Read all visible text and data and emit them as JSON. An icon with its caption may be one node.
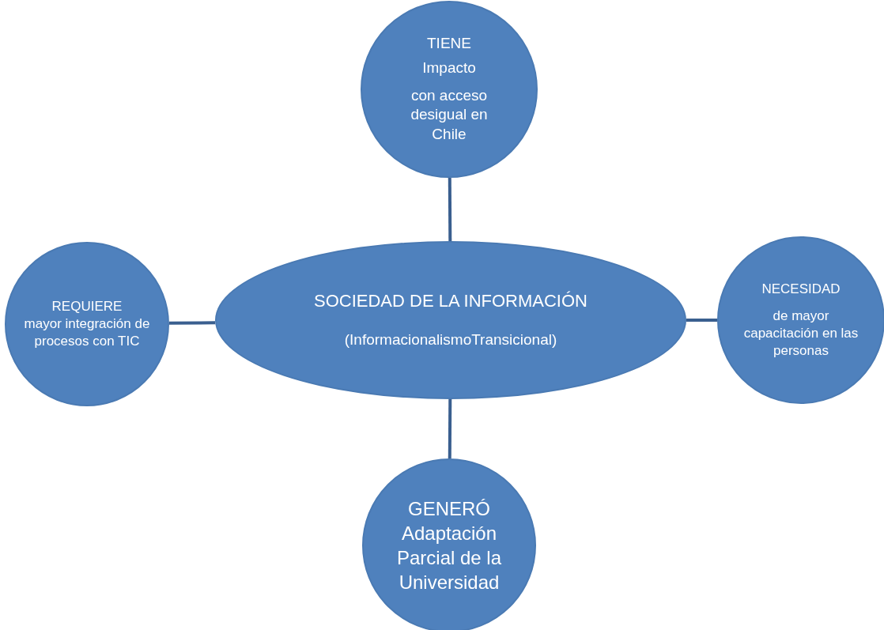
{
  "diagram": {
    "nodes": [
      {
        "text": [
          "SOCIEDAD DE LA INFORMACIÓN",
          "(InformacionalismoTransicional)"
        ]
      },
      {
        "text": [
          "TIENE",
          "Impacto",
          "con  acceso desigual en Chile"
        ]
      },
      {
        "text": [
          "REQUIERE",
          "mayor integración de procesos con TIC"
        ]
      },
      {
        "text": [
          "NECESIDAD",
          "de mayor capacitación en las personas"
        ]
      },
      {
        "text": [
          "GENERÓ",
          "Adaptación Parcial de la Universidad"
        ]
      }
    ],
    "edges": [
      {
        "from": 0,
        "to": 1,
        "arrow": "none"
      },
      {
        "from": 2,
        "to": 0,
        "arrow": "none"
      },
      {
        "from": 0,
        "to": 3,
        "arrow": "none"
      },
      {
        "from": 0,
        "to": 4,
        "arrow": "none"
      }
    ]
  }
}
